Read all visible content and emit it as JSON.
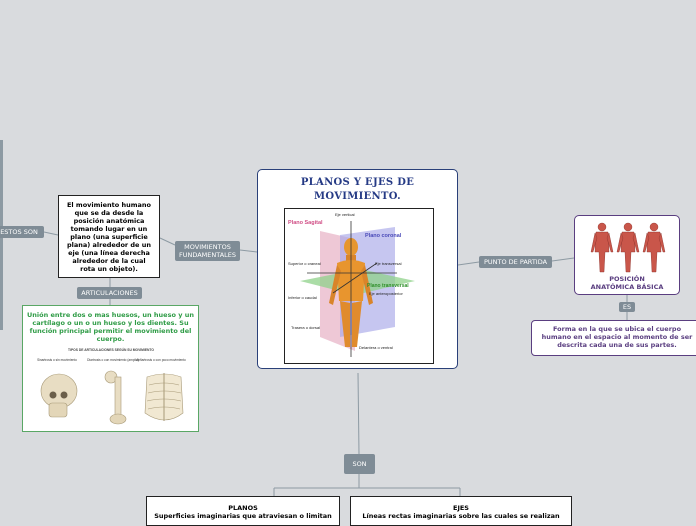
{
  "main": {
    "title_line1": "PLANOS Y EJES DE",
    "title_line2": "MOVIMIENTO."
  },
  "anatomy": {
    "plano_sagital": "Plano Sagital",
    "plano_coronal": "Plano coronal",
    "plano_transversal": "Plano transversal",
    "eje_vertical": "Eje vertical",
    "eje_transversal": "Eje transversal",
    "eje_anteroposterior": "Eje anteroposterior",
    "superior": "Superior o craneal",
    "inferior": "Inferior o caudal",
    "trasera": "Trasera o dorsal",
    "delantera": "Delantera o ventral"
  },
  "tags": {
    "estos_son": "ESTOS SON",
    "movimientos": "MOVIMIENTOS FUNDAMENTALES",
    "articulaciones": "ARTICULACIONES",
    "punto_partida": "PUNTO DE PARTIDA",
    "es": "ES",
    "son": "SON"
  },
  "movimiento_text": "El movimiento humano que se da desde la posición anatómica tomando lugar en un plano (una superficie plana) alrededor de un eje (una línea derecha alrededor de la cual rota un objeto).",
  "articulaciones": {
    "text": "Unión entre dos o mas huesos, un hueso y un cartílago o un o un hueso y los dientes. Su función principal permitir el movimiento del cuerpo.",
    "img_title": "TIPOS DE ARTICULACIONES SEGÚN SU MOVIMIENTO",
    "type1": "Sinartrosis o sin movimiento",
    "type2": "Diartrosis o con movimiento (amplio)",
    "type3": "Anfiartrosis o con poco movimiento"
  },
  "posicion": {
    "label_line1": "POSICIÓN",
    "label_line2": "ANATÓMICA BÁSICA",
    "description": "Forma en la que se ubica el cuerpo humano en el espacio al momento de ser descrita cada una de sus partes."
  },
  "planos": {
    "title": "PLANOS",
    "text": "Superficies imaginarias que atraviesan o limitan"
  },
  "ejes": {
    "title": "EJES",
    "text": "Líneas rectas imaginarias sobre las cuales se realizan"
  },
  "colors": {
    "main_border": "#2a4079",
    "articulaciones": "#2e9b45",
    "posicion": "#5a3e80",
    "tag": "#7f8c96"
  }
}
